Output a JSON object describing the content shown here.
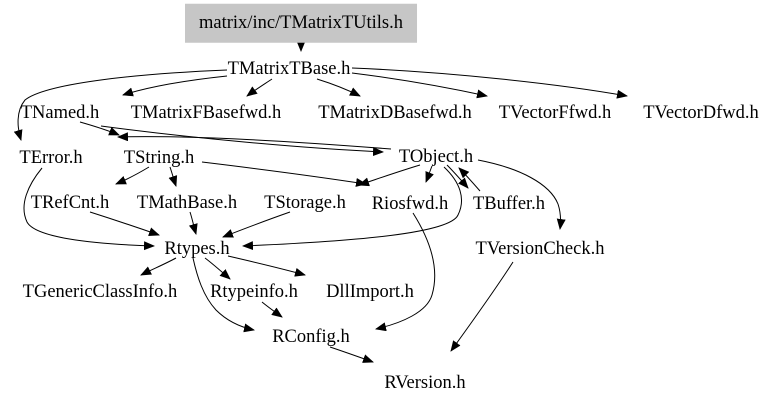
{
  "graph": {
    "type": "include-dependency-graph",
    "colors": {
      "background": "#ffffff",
      "root_node_fill": "#c6c6c6",
      "edge_color": "#000000",
      "text_color": "#000000"
    },
    "root": {
      "label": "matrix/inc/TMatrixTUtils.h"
    },
    "nodes": [
      {
        "id": "tmatrixtutils",
        "label": "matrix/inc/TMatrixTUtils.h"
      },
      {
        "id": "tmatrixtbase",
        "label": "TMatrixTBase.h"
      },
      {
        "id": "tnamed",
        "label": "TNamed.h"
      },
      {
        "id": "tmatrixfbasefwd",
        "label": "TMatrixFBasefwd.h"
      },
      {
        "id": "tmatrixdbasefwd",
        "label": "TMatrixDBasefwd.h"
      },
      {
        "id": "tvectorffwd",
        "label": "TVectorFfwd.h"
      },
      {
        "id": "tvectordfwd",
        "label": "TVectorDfwd.h"
      },
      {
        "id": "terror",
        "label": "TError.h"
      },
      {
        "id": "tstring",
        "label": "TString.h"
      },
      {
        "id": "tobject",
        "label": "TObject.h"
      },
      {
        "id": "trefcnt",
        "label": "TRefCnt.h"
      },
      {
        "id": "tmathbase",
        "label": "TMathBase.h"
      },
      {
        "id": "tstorage",
        "label": "TStorage.h"
      },
      {
        "id": "riosfwd",
        "label": "Riosfwd.h"
      },
      {
        "id": "tbuffer",
        "label": "TBuffer.h"
      },
      {
        "id": "rtypes",
        "label": "Rtypes.h"
      },
      {
        "id": "tversioncheck",
        "label": "TVersionCheck.h"
      },
      {
        "id": "tgenericclassinfo",
        "label": "TGenericClassInfo.h"
      },
      {
        "id": "rtypeinfo",
        "label": "Rtypeinfo.h"
      },
      {
        "id": "dllimport",
        "label": "DllImport.h"
      },
      {
        "id": "rconfig",
        "label": "RConfig.h"
      },
      {
        "id": "rversion",
        "label": "RVersion.h"
      }
    ],
    "edges": [
      {
        "from": "tmatrixtutils",
        "to": "tmatrixtbase"
      },
      {
        "from": "tmatrixtbase",
        "to": "tnamed"
      },
      {
        "from": "tmatrixtbase",
        "to": "terror"
      },
      {
        "from": "tmatrixtbase",
        "to": "tmatrixfbasefwd"
      },
      {
        "from": "tmatrixtbase",
        "to": "tmatrixdbasefwd"
      },
      {
        "from": "tmatrixtbase",
        "to": "tvectorffwd"
      },
      {
        "from": "tmatrixtbase",
        "to": "tvectordfwd"
      },
      {
        "from": "tnamed",
        "to": "tstring"
      },
      {
        "from": "tnamed",
        "to": "tobject"
      },
      {
        "from": "tobject",
        "to": "tstring"
      },
      {
        "from": "tstring",
        "to": "trefcnt"
      },
      {
        "from": "tstring",
        "to": "tmathbase"
      },
      {
        "from": "tstring",
        "to": "riosfwd"
      },
      {
        "from": "tobject",
        "to": "tstorage"
      },
      {
        "from": "tobject",
        "to": "riosfwd"
      },
      {
        "from": "tobject",
        "to": "tbuffer"
      },
      {
        "from": "tbuffer",
        "to": "tobject"
      },
      {
        "from": "tobject",
        "to": "rtypes"
      },
      {
        "from": "tobject",
        "to": "tversioncheck"
      },
      {
        "from": "terror",
        "to": "rtypes"
      },
      {
        "from": "trefcnt",
        "to": "rtypes"
      },
      {
        "from": "tmathbase",
        "to": "rtypes"
      },
      {
        "from": "tstorage",
        "to": "rtypes"
      },
      {
        "from": "rtypes",
        "to": "tgenericclassinfo"
      },
      {
        "from": "rtypes",
        "to": "rtypeinfo"
      },
      {
        "from": "rtypes",
        "to": "dllimport"
      },
      {
        "from": "rtypes",
        "to": "rconfig"
      },
      {
        "from": "rtypeinfo",
        "to": "rconfig"
      },
      {
        "from": "riosfwd",
        "to": "rconfig"
      },
      {
        "from": "rconfig",
        "to": "rversion"
      },
      {
        "from": "tversioncheck",
        "to": "rversion"
      }
    ]
  }
}
